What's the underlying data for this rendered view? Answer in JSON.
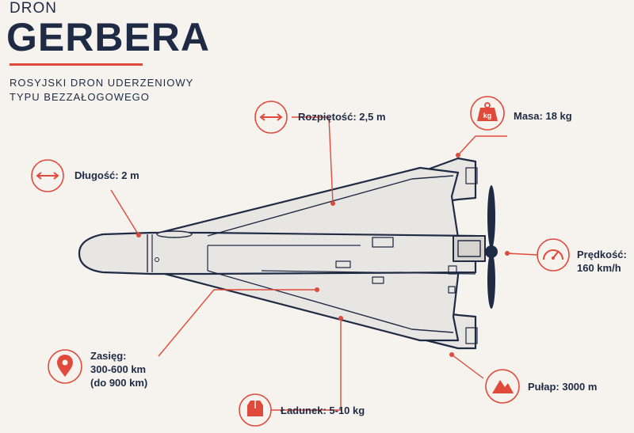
{
  "header": {
    "kicker": "DRON",
    "title": "GERBERA",
    "subtitle_line1": "ROSYJSKI DRON UDERZENIOWY",
    "subtitle_line2": "TYPU BEZZAŁOGOWEGO",
    "accent_color": "#e04a3a",
    "ink_color": "#1f2a44"
  },
  "specs": {
    "rozpietosc": "Rozpiętość: 2,5 m",
    "masa": "Masa: 18 kg",
    "masa_icon_label": "kg",
    "dlugosc": "Długość: 2 m",
    "predkosc_line1": "Prędkość:",
    "predkosc_line2": "160 km/h",
    "zasieg_line1": "Zasięg:",
    "zasieg_line2": "300-600 km",
    "zasieg_line3": "(do 900 km)",
    "pulap": "Pułap: 3000 m",
    "ladunek": "Ładunek: 5-10 kg"
  },
  "icons": {
    "rozpietosc": "double-arrow-icon",
    "masa": "weight-icon",
    "dlugosc": "double-arrow-icon",
    "predkosc": "speedometer-icon",
    "zasieg": "location-pin-icon",
    "pulap": "mountain-icon",
    "ladunek": "package-icon"
  }
}
